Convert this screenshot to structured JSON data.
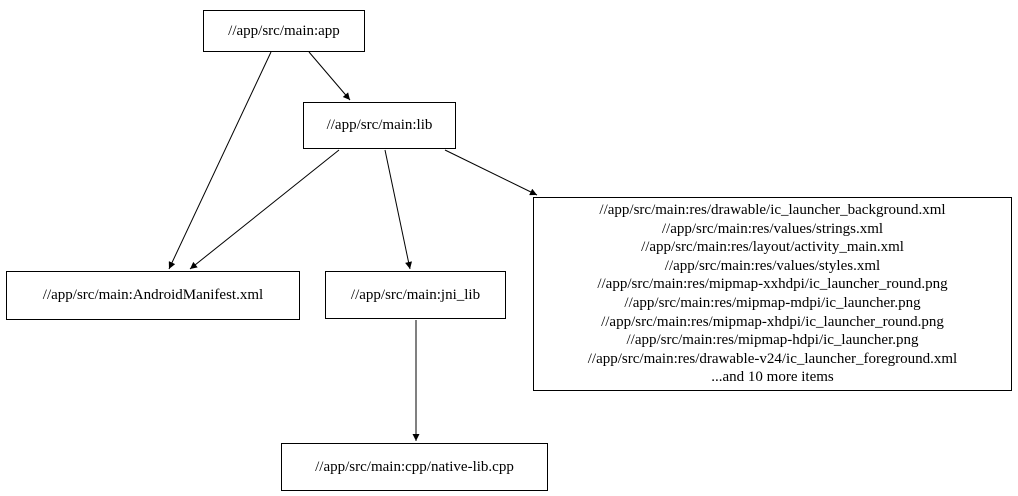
{
  "graph": {
    "colors": {
      "background": "#ffffff",
      "node_border": "#000000",
      "text": "#000000",
      "edge": "#000000"
    },
    "nodes": {
      "app": {
        "label": "//app/src/main:app"
      },
      "lib": {
        "label": "//app/src/main:lib"
      },
      "manifest": {
        "label": "//app/src/main:AndroidManifest.xml"
      },
      "jni_lib": {
        "label": "//app/src/main:jni_lib"
      },
      "native_lib": {
        "label": "//app/src/main:cpp/native-lib.cpp"
      },
      "res": {
        "lines": [
          "//app/src/main:res/drawable/ic_launcher_background.xml",
          "//app/src/main:res/values/strings.xml",
          "//app/src/main:res/layout/activity_main.xml",
          "//app/src/main:res/values/styles.xml",
          "//app/src/main:res/mipmap-xxhdpi/ic_launcher_round.png",
          "//app/src/main:res/mipmap-mdpi/ic_launcher.png",
          "//app/src/main:res/mipmap-xhdpi/ic_launcher_round.png",
          "//app/src/main:res/mipmap-hdpi/ic_launcher.png",
          "//app/src/main:res/drawable-v24/ic_launcher_foreground.xml",
          "...and 10 more items"
        ]
      }
    },
    "edges": [
      {
        "from": "app",
        "to": "lib"
      },
      {
        "from": "app",
        "to": "manifest"
      },
      {
        "from": "lib",
        "to": "manifest"
      },
      {
        "from": "lib",
        "to": "jni_lib"
      },
      {
        "from": "lib",
        "to": "res"
      },
      {
        "from": "jni_lib",
        "to": "native_lib"
      }
    ]
  }
}
